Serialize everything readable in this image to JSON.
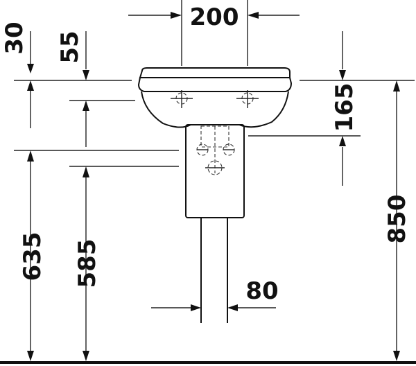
{
  "dimensions": {
    "tap_spacing": "200",
    "rim_to_overflow": "30",
    "rim_to_waste": "55",
    "rim_to_pedestal": "165",
    "overall_height": "850",
    "supply_height": "635",
    "waste_height": "585",
    "pedestal_width": "80"
  }
}
